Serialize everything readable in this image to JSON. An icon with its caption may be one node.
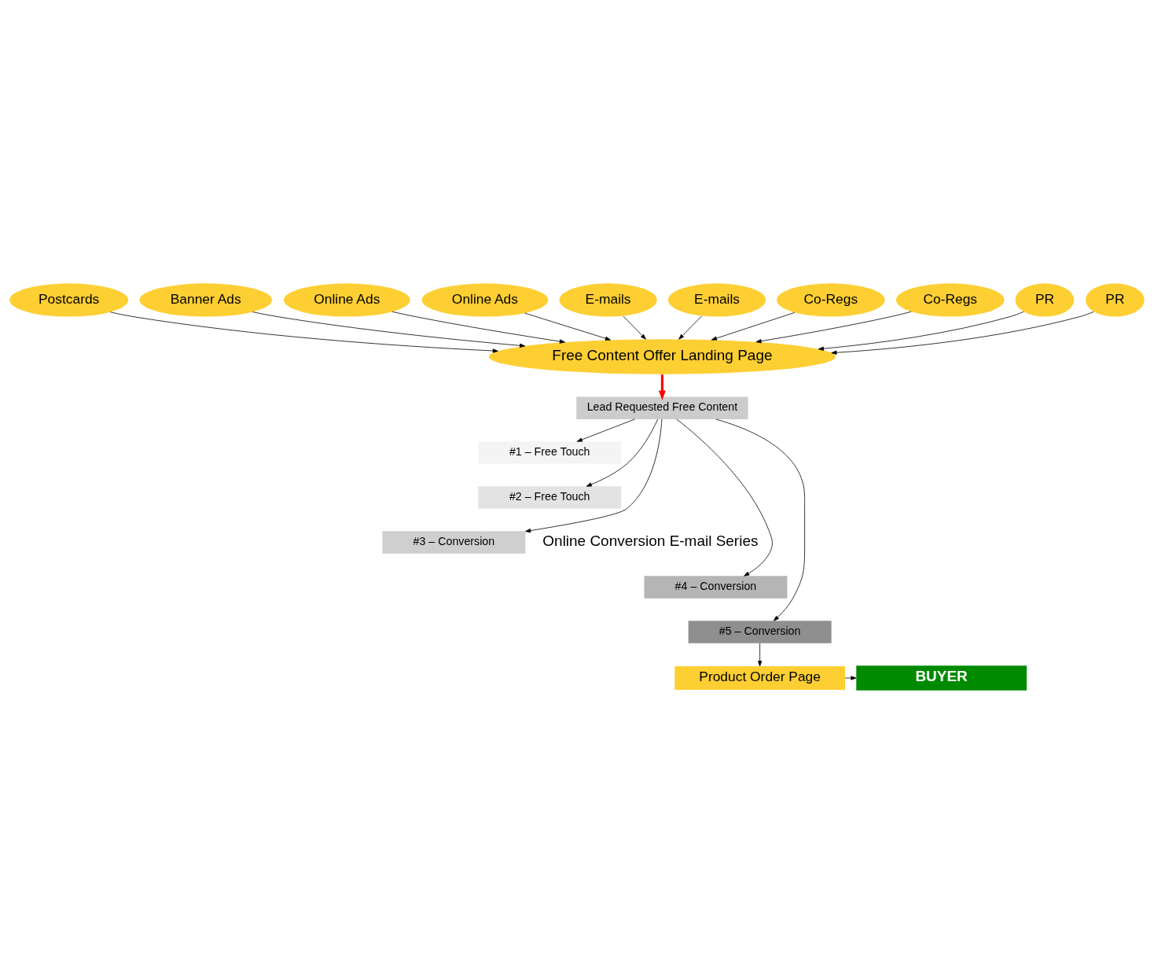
{
  "diagram": {
    "nodes": [
      {
        "text": [
          "Postcards"
        ]
      },
      {
        "text": [
          "Banner Ads"
        ]
      },
      {
        "text": [
          "Online Ads"
        ]
      },
      {
        "text": [
          "Online Ads"
        ]
      },
      {
        "text": [
          "E-mails"
        ]
      },
      {
        "text": [
          "E-mails"
        ]
      },
      {
        "text": [
          "Free Content Offer Landing Page"
        ]
      },
      {
        "text": [
          "Co-Regs"
        ]
      },
      {
        "text": [
          "Co-Regs"
        ]
      },
      {
        "text": [
          "PR"
        ]
      },
      {
        "text": [
          "PR"
        ]
      },
      {
        "text": [
          "Lead Requested Free Content"
        ]
      },
      {
        "text": [
          "#1 – Free Touch"
        ]
      },
      {
        "text": [
          "#2 – Free Touch"
        ]
      },
      {
        "text": [
          "#3 – Conversion"
        ]
      },
      {
        "text": [
          "#4 – Conversion"
        ]
      },
      {
        "text": [
          "#5 – Conversion"
        ]
      },
      {
        "text": [
          "Product Order Page"
        ]
      },
      {
        "text": [
          "BUYER"
        ]
      }
    ],
    "edges": [
      {
        "from": 0,
        "to": 6,
        "arrow": "to"
      },
      {
        "from": 1,
        "to": 6,
        "arrow": "to"
      },
      {
        "from": 2,
        "to": 6,
        "arrow": "to"
      },
      {
        "from": 3,
        "to": 6,
        "arrow": "to"
      },
      {
        "from": 4,
        "to": 6,
        "arrow": "to"
      },
      {
        "from": 5,
        "to": 6,
        "arrow": "to"
      },
      {
        "from": 7,
        "to": 6,
        "arrow": "to"
      },
      {
        "from": 8,
        "to": 6,
        "arrow": "to"
      },
      {
        "from": 9,
        "to": 6,
        "arrow": "to"
      },
      {
        "from": 10,
        "to": 6,
        "arrow": "to"
      },
      {
        "from": 6,
        "to": 11,
        "arrow": "to",
        "style": "thick",
        "color": "#ff0000"
      },
      {
        "from": 11,
        "to": 12,
        "arrow": "to"
      },
      {
        "from": 11,
        "to": 13,
        "arrow": "to"
      },
      {
        "from": 11,
        "to": 14,
        "arrow": "to"
      },
      {
        "from": 11,
        "to": 15,
        "arrow": "to"
      },
      {
        "from": 11,
        "to": 16,
        "arrow": "to"
      },
      {
        "from": 16,
        "to": 17,
        "arrow": "to"
      },
      {
        "from": 17,
        "to": 18,
        "arrow": "to"
      }
    ],
    "labels": [
      "Online Conversion E-mail Series"
    ]
  }
}
